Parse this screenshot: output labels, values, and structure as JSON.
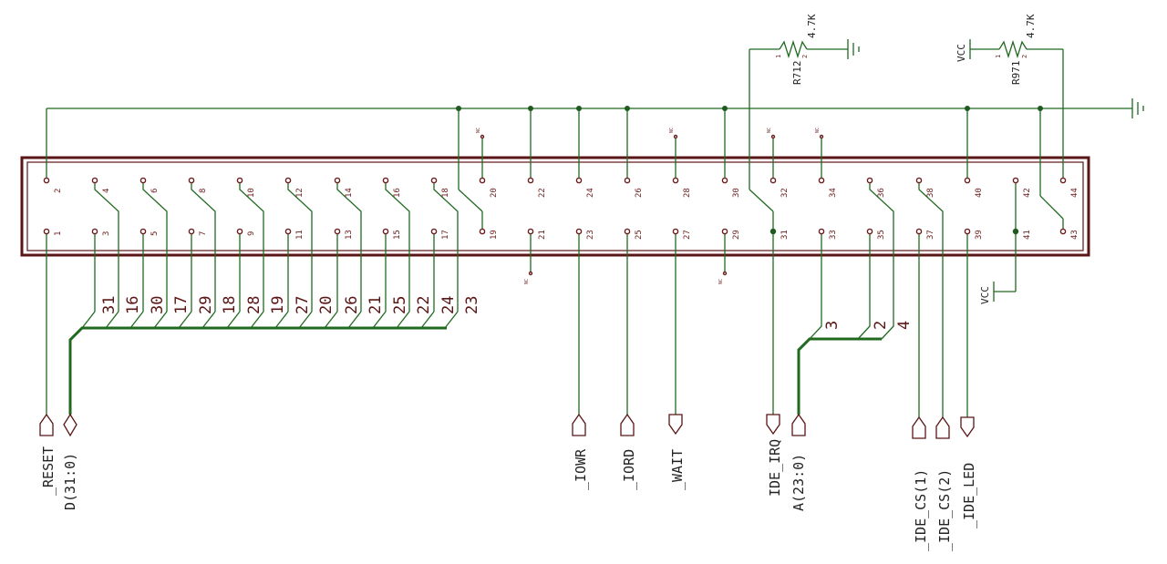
{
  "connector": {
    "pins_top": [
      "2",
      "4",
      "6",
      "8",
      "10",
      "12",
      "14",
      "16",
      "18",
      "20",
      "22",
      "24",
      "26",
      "28",
      "30",
      "32",
      "34",
      "36",
      "38",
      "40",
      "42",
      "44"
    ],
    "pins_bottom": [
      "1",
      "3",
      "5",
      "7",
      "9",
      "11",
      "13",
      "15",
      "17",
      "19",
      "21",
      "23",
      "25",
      "27",
      "29",
      "31",
      "33",
      "35",
      "37",
      "39",
      "41",
      "43"
    ],
    "nc_label": "NC"
  },
  "data_bus": {
    "label": "D(31:0)",
    "bits": [
      "31",
      "16",
      "30",
      "17",
      "29",
      "18",
      "28",
      "19",
      "27",
      "20",
      "26",
      "21",
      "25",
      "22",
      "24",
      "23"
    ]
  },
  "address_bus": {
    "label": "A(23:0)",
    "bits": [
      "3",
      "2",
      "4"
    ]
  },
  "signals": {
    "reset": "_RESET",
    "iowr": "_IOWR",
    "iord": "_IORD",
    "wait": "_WAIT",
    "ide_irq": "IDE_IRQ",
    "ide_cs1": "_IDE_CS(1)",
    "ide_cs2": "_IDE_CS(2)",
    "ide_led": "_IDE_LED"
  },
  "resistors": [
    {
      "ref": "R712",
      "value": "4.7K",
      "pin1": "1",
      "pin2": "2"
    },
    {
      "ref": "R971",
      "value": "4.7K",
      "pin1": "1",
      "pin2": "2"
    }
  ],
  "power": {
    "vcc": "VCC"
  },
  "colors": {
    "wire": "#1f6a1f",
    "component": "#5a1616"
  }
}
